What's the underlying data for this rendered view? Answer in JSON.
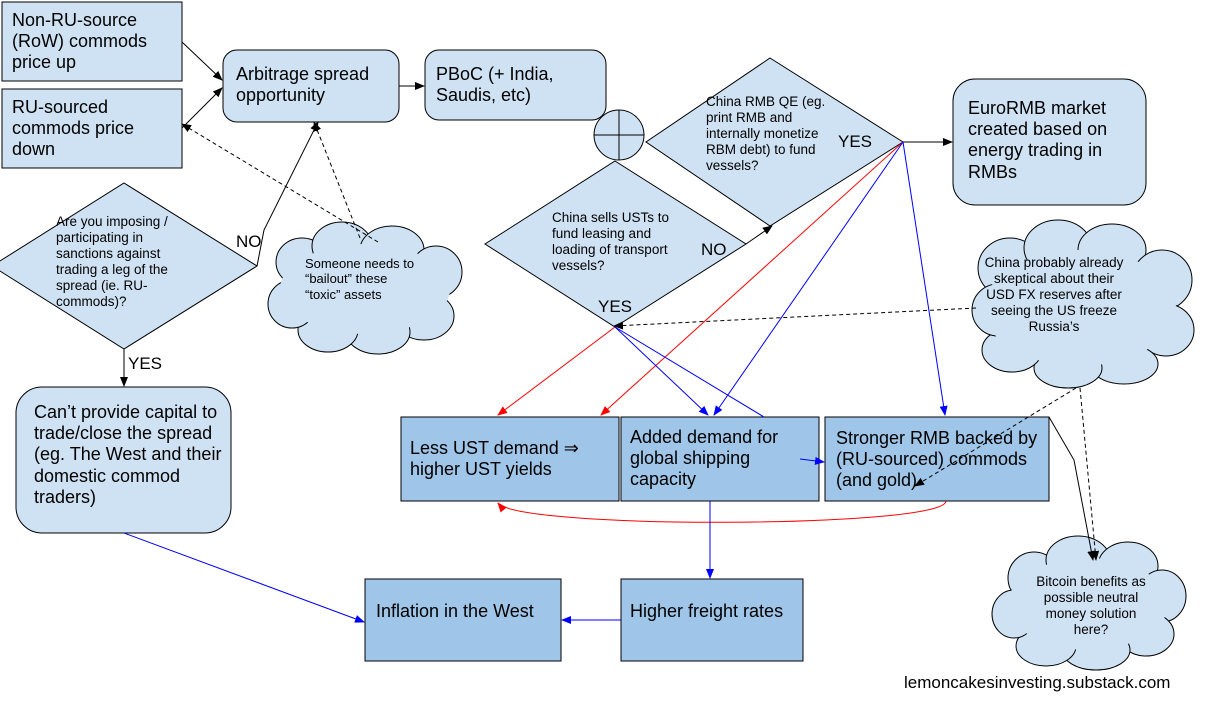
{
  "nodes": {
    "nonru": "Non-RU-source (RoW) commods price up",
    "ru": "RU-sourced commods price down",
    "arb": "Arbitrage spread opportunity",
    "pboc": "PBoC (+ India, Saudis, etc)",
    "qe": "China RMB QE (eg. print RMB and internally monetize RBM debt) to fund vessels?",
    "euro": "EuroRMB market created based on energy trading in RMBs",
    "sanctions": "Are you imposing / participating in sanctions against trading a leg of the spread (ie. RU-commods)?",
    "bailout": "Someone needs to “bailout” these “toxic” assets",
    "sells": "China sells USTs to fund leasing and loading of transport vessels?",
    "skeptical": "China probably already skeptical about their USD FX reserves after seeing the US freeze Russia’s",
    "cant": "Can’t provide capital to trade/close the spread (eg. The West and their domestic commod traders)",
    "ust": "Less UST demand ⇒ higher UST yields",
    "shipping": "Added demand for global shipping capacity",
    "rmb": "Stronger RMB backed by (RU-sourced) commods (and gold)",
    "bitcoin": "Bitcoin benefits as possible neutral money solution here?",
    "inflation": "Inflation in the West",
    "freight": "Higher freight rates"
  },
  "labels": {
    "no_sanctions": "NO",
    "yes_sanctions": "YES",
    "yes_qe": "YES",
    "no_sells": "NO",
    "yes_sells": "YES"
  },
  "footer": "lemoncakesinvesting.substack.com",
  "colors": {
    "light_fill": "#cfe2f3",
    "dark_fill": "#9fc5e8",
    "blue_arrow": "#0000ff",
    "red_arrow": "#ff0000",
    "black": "#000000"
  }
}
